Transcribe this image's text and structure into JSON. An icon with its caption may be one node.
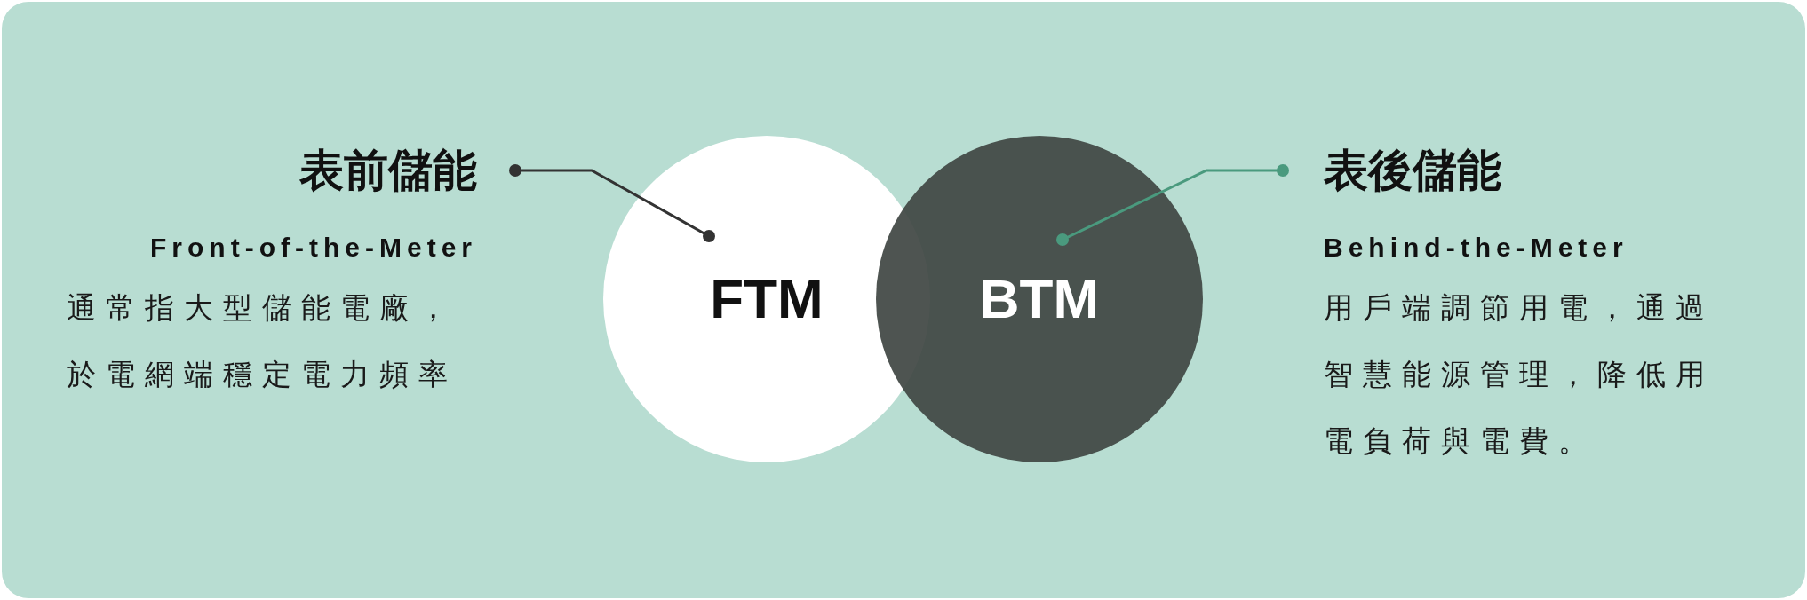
{
  "diagram": {
    "nodes": [
      {
        "text": [
          "表前儲能",
          "Front-of-the-Meter",
          "通常指大型儲能電廠，於電網端穩定電力頻率"
        ]
      },
      {
        "text": [
          "FTM"
        ]
      },
      {
        "text": [
          "BTM"
        ]
      },
      {
        "text": [
          "表後儲能",
          "Behind-the-Meter",
          "用戶端調節用電，通過智慧能源管理，降低用電負荷與電費。"
        ]
      }
    ],
    "edges": [
      {
        "from": 0,
        "to": 1,
        "arrow": "other"
      },
      {
        "from": 3,
        "to": 2,
        "arrow": "other",
        "color": "#4a9a7e"
      }
    ]
  }
}
